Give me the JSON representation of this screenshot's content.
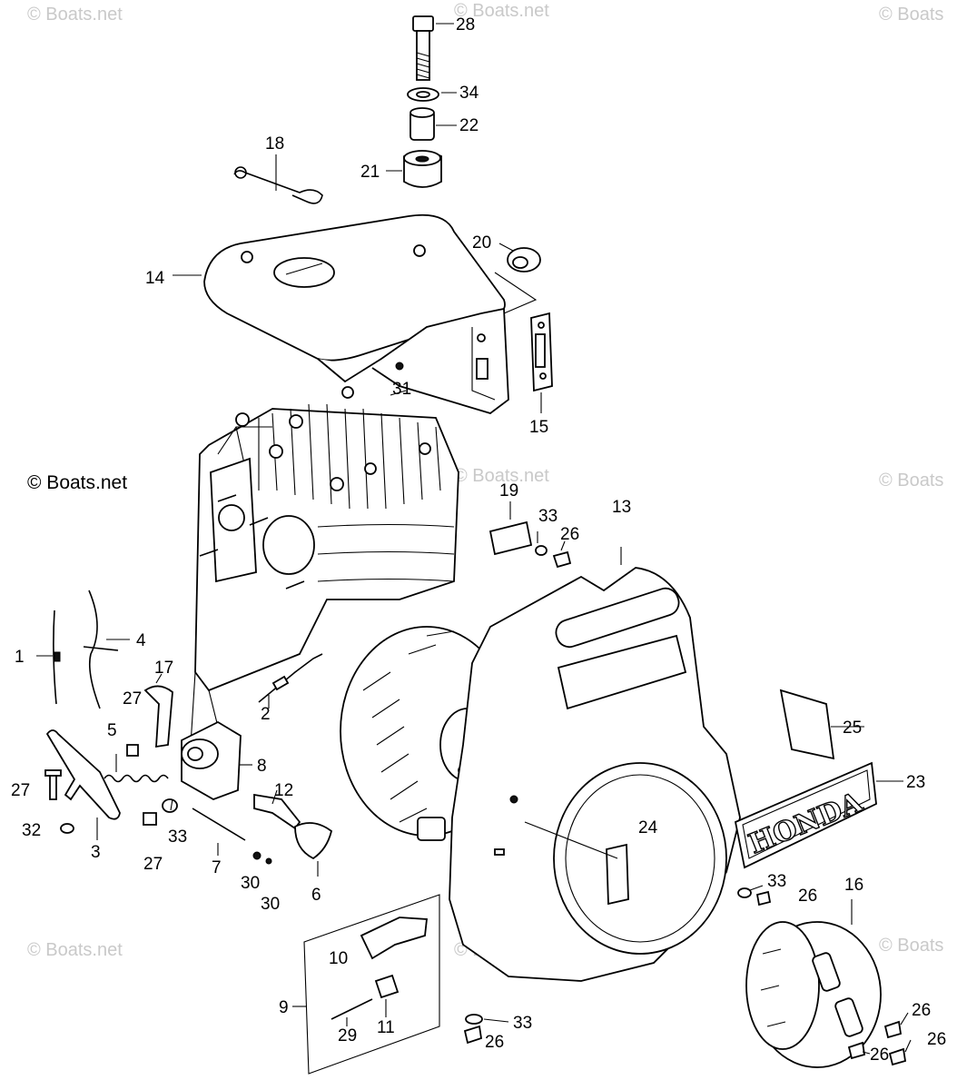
{
  "watermark": "© Boats.net",
  "watermark_partial": "© Boats",
  "badge_text": "HONDA",
  "labels": {
    "p1": "1",
    "p2": "2",
    "p3": "3",
    "p4": "4",
    "p5": "5",
    "p6": "6",
    "p7": "7",
    "p8": "8",
    "p9": "9",
    "p10": "10",
    "p11": "11",
    "p12": "12",
    "p13": "13",
    "p14": "14",
    "p15": "15",
    "p16": "16",
    "p17": "17",
    "p18": "18",
    "p19": "19",
    "p20": "20",
    "p21": "21",
    "p22": "22",
    "p23": "23",
    "p24": "24",
    "p25": "25",
    "p26": "26",
    "p27": "27",
    "p28": "28",
    "p29": "29",
    "p30": "30",
    "p31": "31",
    "p32": "32",
    "p33": "33",
    "p34": "34"
  }
}
